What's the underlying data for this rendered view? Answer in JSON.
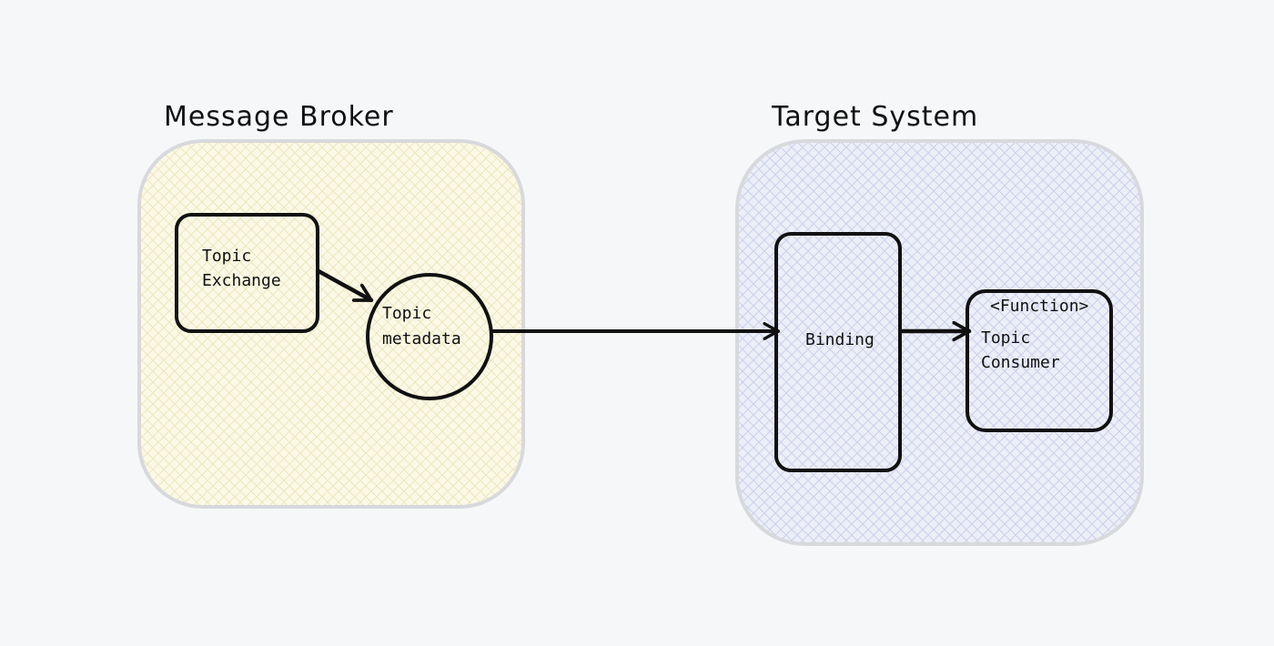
{
  "groups": {
    "broker": {
      "title": "Message Broker",
      "fill": "#fbf9e6"
    },
    "target": {
      "title": "Target System",
      "fill": "#eceef8"
    }
  },
  "nodes": {
    "topic_exchange": {
      "line1": "Topic",
      "line2": "Exchange"
    },
    "topic_metadata": {
      "line1": "Topic",
      "line2": "metadata"
    },
    "binding": {
      "label": "Binding"
    },
    "topic_consumer": {
      "stereotype": "<Function>",
      "line1": "Topic",
      "line2": "Consumer"
    }
  },
  "colors": {
    "stroke": "#111111",
    "group_border": "#d8d9dc",
    "background": "#f6f7f9"
  }
}
